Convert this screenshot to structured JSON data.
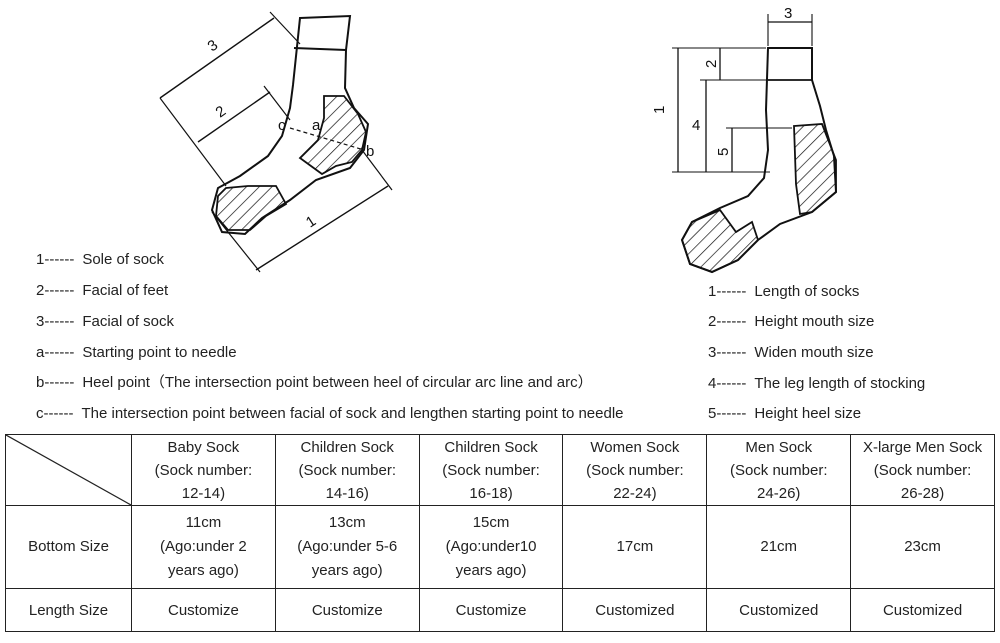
{
  "left_diagram": {
    "labels": {
      "dim1": "1",
      "dim2": "2",
      "dim3": "3",
      "a": "a",
      "b": "b",
      "c": "c"
    },
    "legend": [
      {
        "key": "1------",
        "text": "Sole of sock"
      },
      {
        "key": "2------",
        "text": "Facial of feet"
      },
      {
        "key": "3------",
        "text": "Facial of sock"
      },
      {
        "key": "a------",
        "text": "Starting point to needle"
      },
      {
        "key": "b------",
        "text": "Heel point（The intersection point between heel of circular arc line and arc）"
      },
      {
        "key": "c------",
        "text": "The intersection point between facial of sock and lengthen starting point to needle"
      }
    ]
  },
  "right_diagram": {
    "labels": {
      "dim1": "1",
      "dim2": "2",
      "dim3": "3",
      "dim4": "4",
      "dim5": "5"
    },
    "legend": [
      {
        "key": "1------",
        "text": "Length of socks"
      },
      {
        "key": "2------",
        "text": "Height mouth size"
      },
      {
        "key": "3------",
        "text": "Widen mouth size"
      },
      {
        "key": "4------",
        "text": "The leg length of stocking"
      },
      {
        "key": "5------",
        "text": "Height heel size"
      }
    ]
  },
  "size_table": {
    "columns": [
      "Baby Sock\n(Sock number:\n12-14)",
      "Children Sock\n(Sock number:\n14-16)",
      "Children Sock\n(Sock number:\n16-18)",
      "Women Sock\n(Sock number:\n22-24)",
      "Men Sock\n(Sock number:\n24-26)",
      "X-large Men Sock\n(Sock number:\n26-28)"
    ],
    "rows": [
      {
        "label": "Bottom Size",
        "cells": [
          "11cm\n(Ago:under 2\nyears ago)",
          "13cm\n(Ago:under 5-6\nyears ago)",
          "15cm\n(Ago:under10\nyears ago)",
          "17cm",
          "21cm",
          "23cm"
        ]
      },
      {
        "label": "Length Size",
        "cells": [
          "Customize",
          "Customize",
          "Customize",
          "Customized",
          "Customized",
          "Customized"
        ]
      }
    ]
  }
}
